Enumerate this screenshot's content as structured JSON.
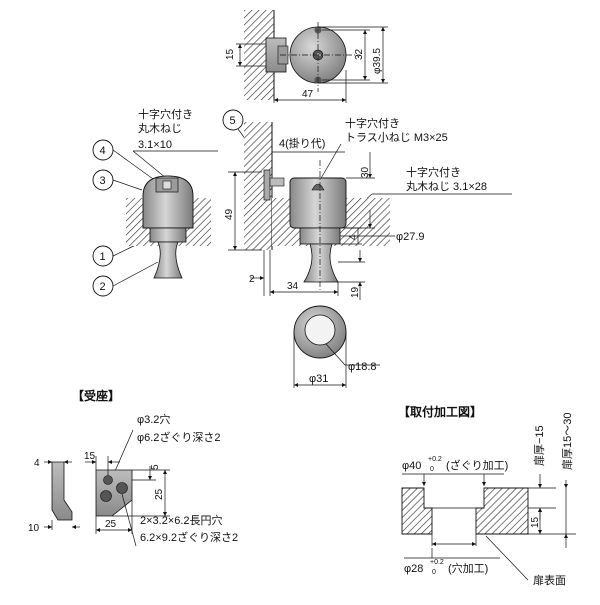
{
  "top_view": {
    "dim_15": "15",
    "dim_32": "32",
    "dim_phi39_5": "φ39.5",
    "dim_47": "47"
  },
  "callouts": {
    "c1": "1",
    "c2": "2",
    "c3": "3",
    "c4": "4",
    "c5": "5"
  },
  "screws": {
    "wood_screw_left_line1": "十字穴付き",
    "wood_screw_left_line2": "丸木ねじ",
    "wood_screw_left_spec": "3.1×10",
    "truss_line1": "十字穴付き",
    "truss_line2": "トラス小ねじ M3×25",
    "wood_screw_right_line1": "十字穴付き",
    "wood_screw_right_line2": "丸木ねじ 3.1×28"
  },
  "side_view": {
    "dim_4_overlap": "4(掛り代)",
    "dim_30": "30",
    "dim_49": "49",
    "dim_4": "4",
    "dim_phi27_9": "φ27.9",
    "dim_19": "19",
    "dim_2": "2",
    "dim_34": "34"
  },
  "bottom_view": {
    "dim_phi18_8": "φ18.8",
    "dim_phi31": "φ31"
  },
  "strike_plate": {
    "title": "【受座】",
    "hole_line1": "φ3.2穴",
    "hole_line2": "φ6.2ざぐり深さ2",
    "dim_4": "4",
    "dim_15": "15",
    "dim_5": "5",
    "dim_25_v": "25",
    "dim_10": "10",
    "dim_25_h": "25",
    "slot_line1": "2×3.2×6.2長円穴",
    "slot_line2": "6.2×9.2ざぐり深さ2"
  },
  "machining": {
    "title": "【取付加工図】",
    "bore_top_dia": "φ40",
    "bore_top_tol_upper": "+0.2",
    "bore_top_tol_lower": "0",
    "bore_top_note": "(ざぐり加工)",
    "bore_bottom_dia": "φ28",
    "bore_bottom_tol_upper": "+0.2",
    "bore_bottom_tol_lower": "0",
    "bore_bottom_note": "(穴加工)",
    "door_thickness_minus": "扉厚−15",
    "door_thickness_range": "扉厚15〜30",
    "dim_15": "15",
    "door_surface": "扉表面"
  }
}
